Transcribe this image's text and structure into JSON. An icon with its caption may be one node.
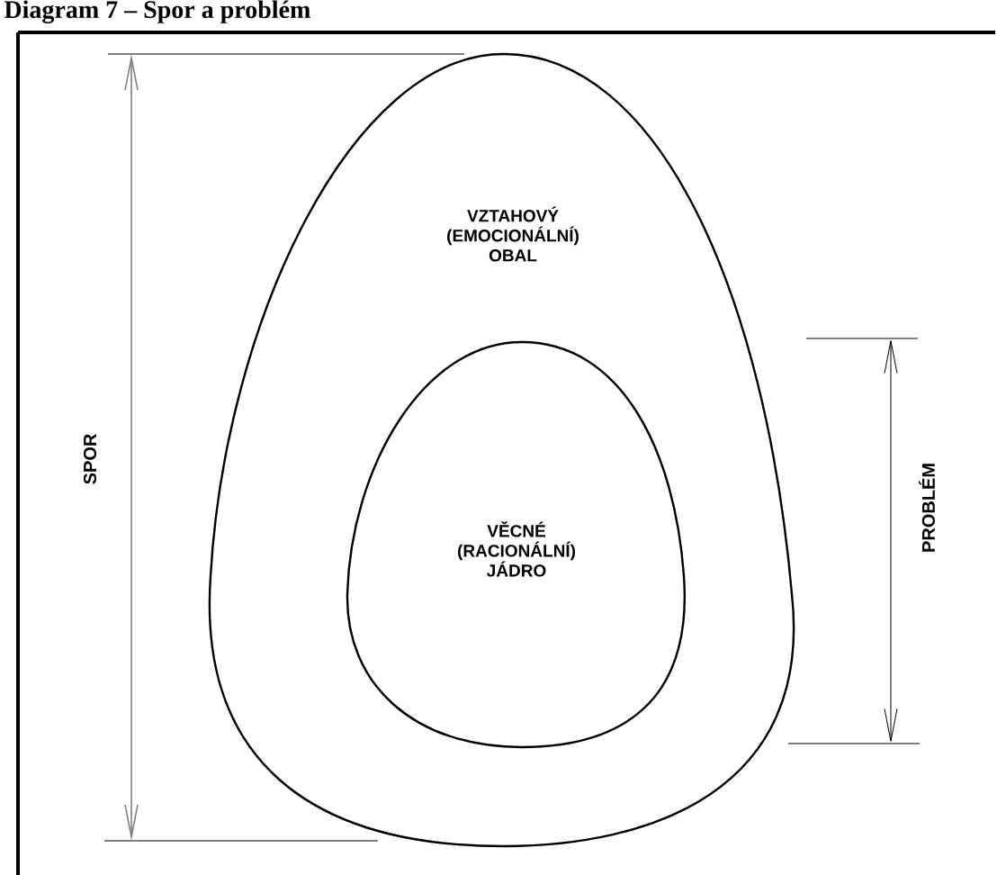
{
  "diagram": {
    "title": "Diagram 7 – Spor a problém",
    "nodes": [
      {
        "text": [
          "VZTAHOVÝ (EMOCIONÁLNÍ) OBAL"
        ]
      },
      {
        "text": [
          "VĚCNÉ (RACIONÁLNÍ) JÁDRO"
        ],
        "in": 0
      }
    ],
    "edges": [],
    "labels": [
      "SPOR",
      "PROBLÉM"
    ]
  }
}
